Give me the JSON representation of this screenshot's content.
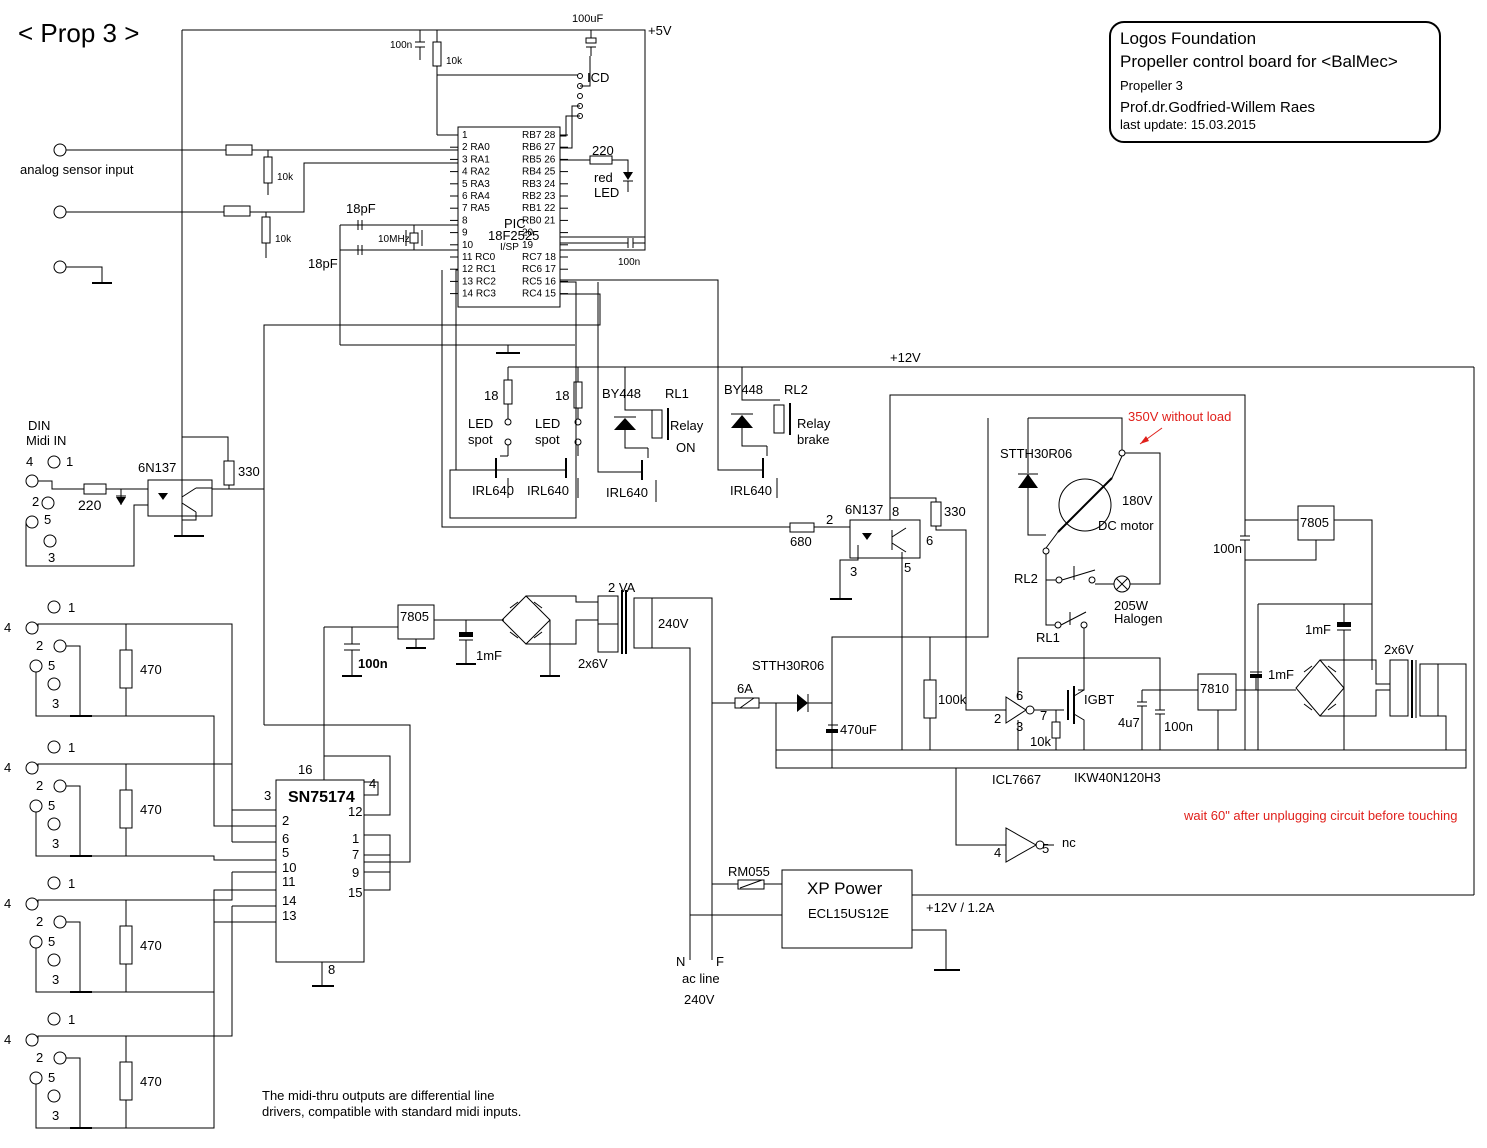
{
  "header": {
    "sheet_title": "< Prop 3 >"
  },
  "title_block": {
    "org": "Logos Foundation",
    "board": "Propeller control board for <BalMec>",
    "variant": "Propeller 3",
    "author": "Prof.dr.Godfried-Willem Raes",
    "updated": "last update:  15.03.2015"
  },
  "notes": {
    "high_voltage": "350V without load",
    "warning": "wait 60\" after unplugging circuit before touching",
    "midi_thru": [
      "The midi-thru outputs are differential line",
      "drivers, compatible with standard midi inputs."
    ]
  },
  "rails": {
    "v5": "+5V",
    "v12": "+12V",
    "v12_out": "+12V / 1.2A"
  },
  "inputs": {
    "analog": "analog sensor input",
    "din": "DIN",
    "midi_in": "Midi IN"
  },
  "pic": {
    "name": "PIC",
    "part": "18F2525",
    "isp": "I/SP",
    "left_pins": [
      "1",
      "2 RA0",
      "3 RA1",
      "4 RA2",
      "5 RA3",
      "6 RA4",
      "7 RA5",
      "8",
      "9",
      "10",
      "11 RC0",
      "12 RC1",
      "13 RC2",
      "14 RC3"
    ],
    "right_pins": [
      "RB7 28",
      "RB6 27",
      "RB5 26",
      "RB4 25",
      "RB3 24",
      "RB2 23",
      "RB1 22",
      "RB0 21",
      "20",
      "19",
      "RC7 18",
      "RC6 17",
      "RC5 16",
      "RC4 15"
    ]
  },
  "components": {
    "c100uf": "100uF",
    "c100n": "100n",
    "r10k": "10k",
    "icd": "ICD",
    "r220": "220",
    "red_led": [
      "red",
      "LED"
    ],
    "c18pf": "18pF",
    "xtal": "10MHz",
    "r18": "18",
    "led_spot": [
      "LED",
      "spot"
    ],
    "by448": "BY448",
    "rl1": "RL1",
    "rl2": "RL2",
    "relay_on": [
      "Relay",
      "ON"
    ],
    "relay_brake": [
      "Relay",
      "brake"
    ],
    "irl640": "IRL640",
    "opto": "6N137",
    "r330": "330",
    "r680": "680",
    "stth": "STTH30R06",
    "motor_v": "180V",
    "motor": "DC motor",
    "lamp": [
      "205W",
      "Halogen"
    ],
    "reg7805": "7805",
    "reg7810": "7810",
    "c1mf": "1mF",
    "tr2x6v": "2x6V",
    "tr2va": "2 VA",
    "v240": "240V",
    "fuse": "6A",
    "c470uf": "470uF",
    "r100k": "100k",
    "igbt": "IGBT",
    "c4u7": "4u7",
    "icl": "ICL7667",
    "igbt_part": "IKW40N120H3",
    "nc": "nc",
    "rm055": "RM055",
    "xp": "XP Power",
    "xp_part": "ECL15US12E",
    "acline": [
      "N",
      "F",
      "ac line",
      "240V"
    ],
    "sn": "SN75174",
    "r470": "470",
    "pin_nums": {
      "p1": "1",
      "p2": "2",
      "p3": "3",
      "p4": "4",
      "p5": "5",
      "p6": "6",
      "p7": "7",
      "p8": "8",
      "p9": "9",
      "p10": "10",
      "p11": "11",
      "p12": "12",
      "p13": "13",
      "p14": "14",
      "p15": "15",
      "p16": "16"
    }
  }
}
